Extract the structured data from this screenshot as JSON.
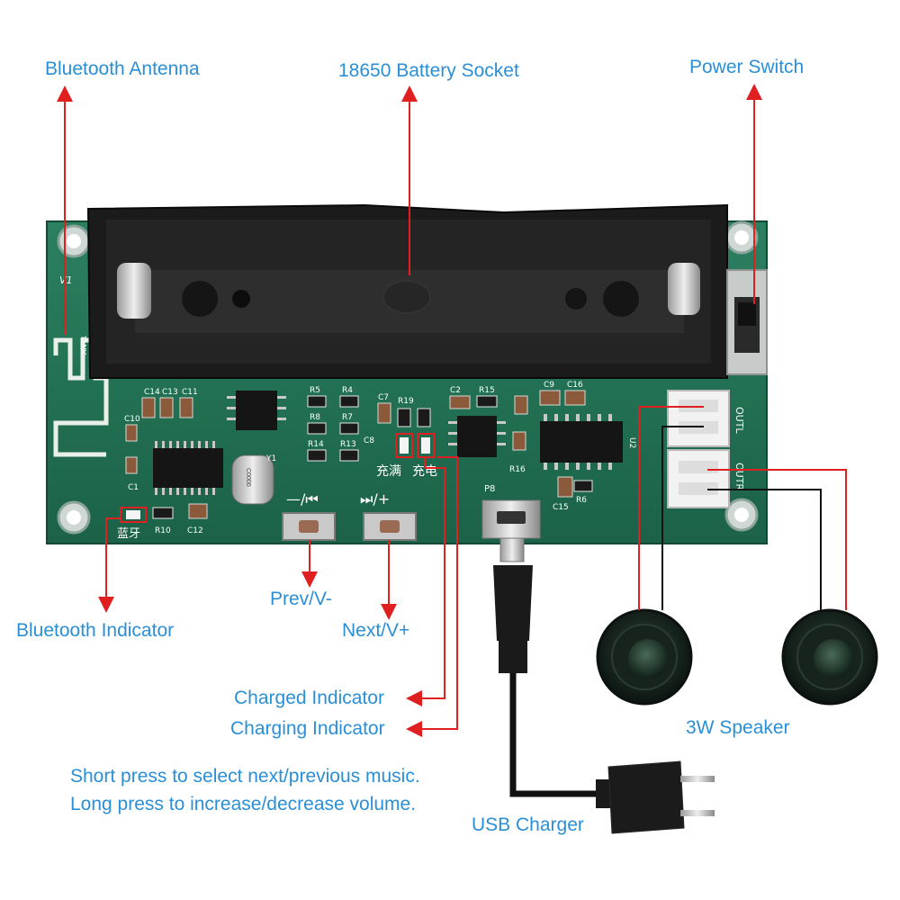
{
  "labels": {
    "bluetooth_antenna": "Bluetooth Antenna",
    "battery_socket": "18650 Battery Socket",
    "power_switch": "Power Switch",
    "bluetooth_indicator": "Bluetooth Indicator",
    "prev_vol_down": "Prev/V-",
    "next_vol_up": "Next/V+",
    "charged_indicator": "Charged Indicator",
    "charging_indicator": "Charging Indicator",
    "speaker": "3W Speaker",
    "usb_charger": "USB Charger"
  },
  "note": {
    "line1": "Short press to select next/previous music.",
    "line2": "Long press to increase/decrease volume."
  },
  "board_text": {
    "bt_led_cn": "蓝牙",
    "charged_cn": "充满",
    "charging_cn": "充电",
    "prev_symbol": "—/⏮",
    "next_symbol": "⏭/+",
    "usb_ref": "P8",
    "out_l": "OUTL",
    "out_r": "OUTR",
    "antenna_ref": "ANT1",
    "crystal_ref": "Y1",
    "crystal_mark": "C0000",
    "r5": "R5",
    "r4": "R4",
    "r8": "R8",
    "r7": "R7",
    "r14": "R14",
    "r13": "R13",
    "r15": "R15",
    "r16": "R16",
    "r19": "R19",
    "r10": "R10",
    "r6": "R6",
    "c14": "C14",
    "c13": "C13",
    "c11": "C11",
    "c10": "C10",
    "c1": "C1",
    "c12": "C12",
    "c7": "C7",
    "c2": "C2",
    "c9": "C9",
    "c16": "C16",
    "c15": "C15",
    "c8": "C8",
    "u2": "U2",
    "v1": "V1"
  },
  "colors": {
    "pcb": "#1f6f52",
    "label_blue": "#2a8fd6",
    "callout_red": "#e02020",
    "battery_holder": "#1b1b1b"
  }
}
